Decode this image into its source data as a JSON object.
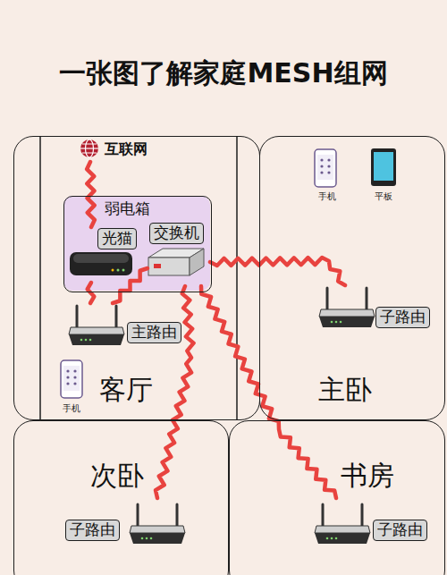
{
  "diagram": {
    "title": "一张图了解家庭MESH组网",
    "nodes": [
      {
        "text": [
          "客厅"
        ]
      },
      {
        "text": [
          "互联网"
        ],
        "in": 0
      },
      {
        "text": [
          "弱电箱"
        ],
        "in": 0
      },
      {
        "text": [
          "光猫"
        ],
        "in": 2
      },
      {
        "text": [
          "交换机"
        ],
        "in": 2
      },
      {
        "text": [
          "主路由"
        ],
        "in": 0
      },
      {
        "text": [
          "主卧"
        ]
      },
      {
        "text": [
          "子路由"
        ],
        "in": 6
      },
      {
        "text": [
          "次卧"
        ]
      },
      {
        "text": [
          "子路由"
        ],
        "in": 8
      },
      {
        "text": [
          "书房"
        ]
      },
      {
        "text": [
          "子路由"
        ],
        "in": 10
      }
    ],
    "edges": [
      {
        "from": 1,
        "to": 3,
        "arrow": "none"
      },
      {
        "from": 3,
        "to": 5,
        "arrow": "none"
      },
      {
        "from": 5,
        "to": 4,
        "arrow": "none"
      },
      {
        "from": 4,
        "to": 7,
        "arrow": "none"
      },
      {
        "from": 4,
        "to": 9,
        "arrow": "none"
      },
      {
        "from": 4,
        "to": 11,
        "arrow": "none"
      }
    ],
    "labels": [
      "手机",
      "平板",
      "手机"
    ]
  }
}
